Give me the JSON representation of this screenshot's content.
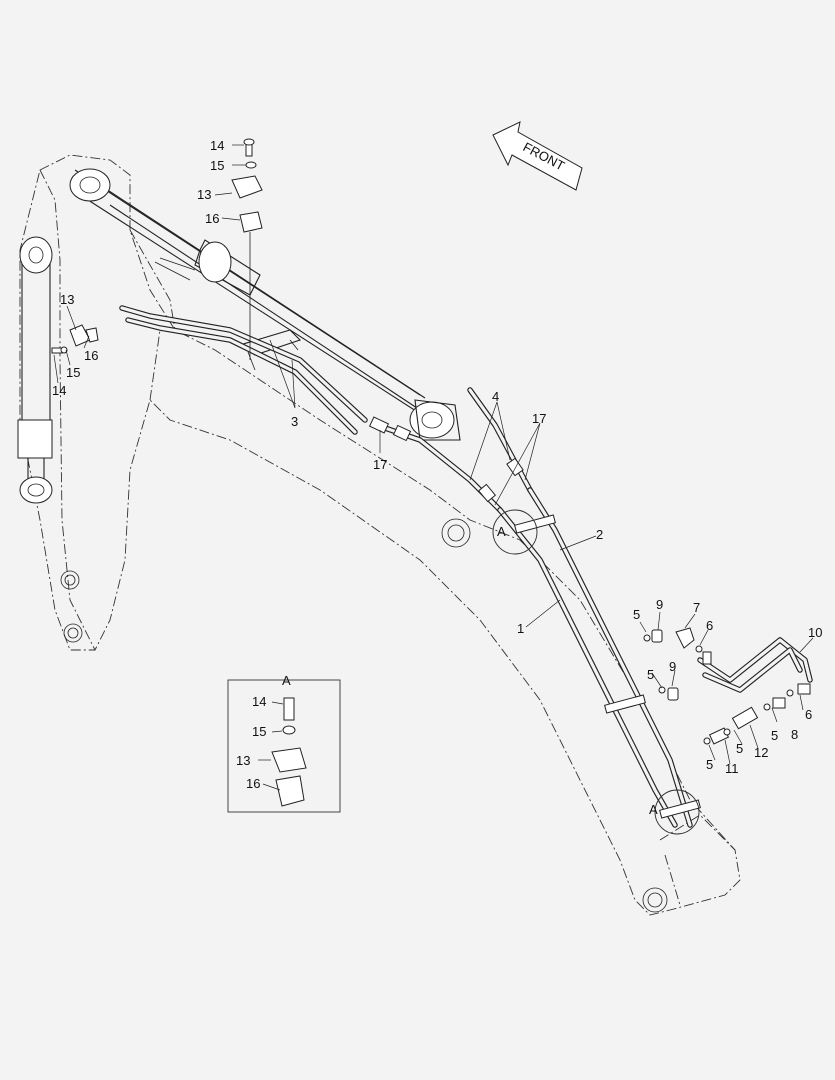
{
  "front_arrow": {
    "label": "FRONT"
  },
  "detail": {
    "title": "A"
  },
  "callouts": [
    {
      "id": "c-14-top",
      "text": "14"
    },
    {
      "id": "c-15-top",
      "text": "15"
    },
    {
      "id": "c-13-top",
      "text": "13"
    },
    {
      "id": "c-16-top",
      "text": "16"
    },
    {
      "id": "c-13-left",
      "text": "13"
    },
    {
      "id": "c-16-left",
      "text": "16"
    },
    {
      "id": "c-15-left",
      "text": "15"
    },
    {
      "id": "c-14-left",
      "text": "14"
    },
    {
      "id": "c-3",
      "text": "3"
    },
    {
      "id": "c-4",
      "text": "4"
    },
    {
      "id": "c-17-right",
      "text": "17"
    },
    {
      "id": "c-17-mid",
      "text": "17"
    },
    {
      "id": "c-A-upper",
      "text": "A"
    },
    {
      "id": "c-2",
      "text": "2"
    },
    {
      "id": "c-1",
      "text": "1"
    },
    {
      "id": "c-5-a",
      "text": "5"
    },
    {
      "id": "c-9-a",
      "text": "9"
    },
    {
      "id": "c-7",
      "text": "7"
    },
    {
      "id": "c-6-a",
      "text": "6"
    },
    {
      "id": "c-10",
      "text": "10"
    },
    {
      "id": "c-5-b",
      "text": "5"
    },
    {
      "id": "c-9-b",
      "text": "9"
    },
    {
      "id": "c-6-b",
      "text": "6"
    },
    {
      "id": "c-5-c",
      "text": "5"
    },
    {
      "id": "c-8",
      "text": "8"
    },
    {
      "id": "c-5-d",
      "text": "5"
    },
    {
      "id": "c-12",
      "text": "12"
    },
    {
      "id": "c-5-e",
      "text": "5"
    },
    {
      "id": "c-11",
      "text": "11"
    },
    {
      "id": "c-A-lower",
      "text": "A"
    },
    {
      "id": "c-14-box",
      "text": "14"
    },
    {
      "id": "c-15-box",
      "text": "15"
    },
    {
      "id": "c-13-box",
      "text": "13"
    },
    {
      "id": "c-16-box",
      "text": "16"
    }
  ]
}
